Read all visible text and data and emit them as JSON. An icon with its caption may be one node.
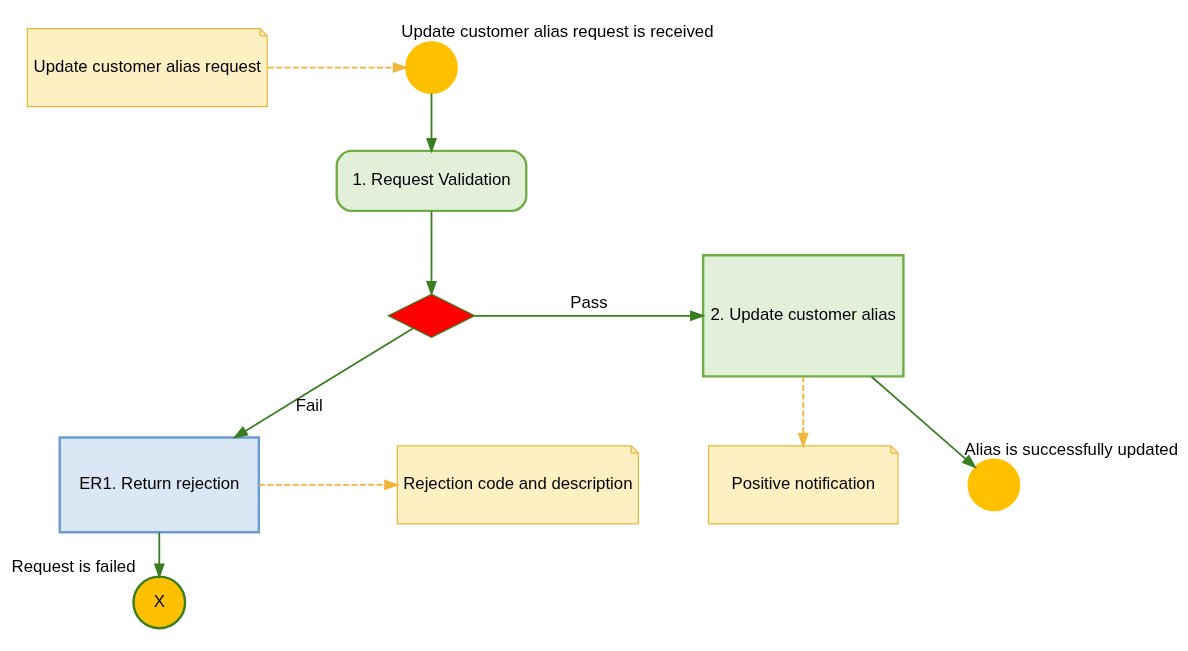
{
  "diagram": {
    "nodes": [
      {
        "text": [
          "Update customer alias request"
        ]
      },
      {
        "text": [],
        "shape": "circle",
        "beside": [
          "Update customer alias request is received"
        ]
      },
      {
        "text": [
          "1. Request Validation"
        ]
      },
      {
        "text": [],
        "shape": "diamond"
      },
      {
        "text": [
          "2. Update customer alias"
        ]
      },
      {
        "text": [
          "Positive notification"
        ]
      },
      {
        "text": [
          "ER1. Return rejection"
        ]
      },
      {
        "text": [
          "Rejection code and description"
        ]
      },
      {
        "text": [
          "X"
        ],
        "beside": [
          "Request is failed"
        ]
      },
      {
        "text": [],
        "shape": "circle",
        "beside": [
          "Alias is successfully updated"
        ]
      }
    ],
    "edges": [
      {
        "from": 0,
        "to": 1,
        "arrow": "to",
        "style": "dashed",
        "color": "#f0b63c"
      },
      {
        "from": 1,
        "to": 2,
        "arrow": "to"
      },
      {
        "from": 2,
        "to": 3,
        "arrow": "to"
      },
      {
        "from": 3,
        "to": 4,
        "arrow": "to",
        "label": "Pass"
      },
      {
        "from": 3,
        "to": 6,
        "arrow": "to",
        "label": "Fail"
      },
      {
        "from": 4,
        "to": 5,
        "arrow": "to",
        "style": "dashed",
        "color": "#f0b63c"
      },
      {
        "from": 6,
        "to": 7,
        "arrow": "to",
        "style": "dashed",
        "color": "#f0b63c"
      },
      {
        "from": 6,
        "to": 8,
        "arrow": "to"
      },
      {
        "from": 4,
        "to": 9,
        "arrow": "to"
      }
    ]
  }
}
